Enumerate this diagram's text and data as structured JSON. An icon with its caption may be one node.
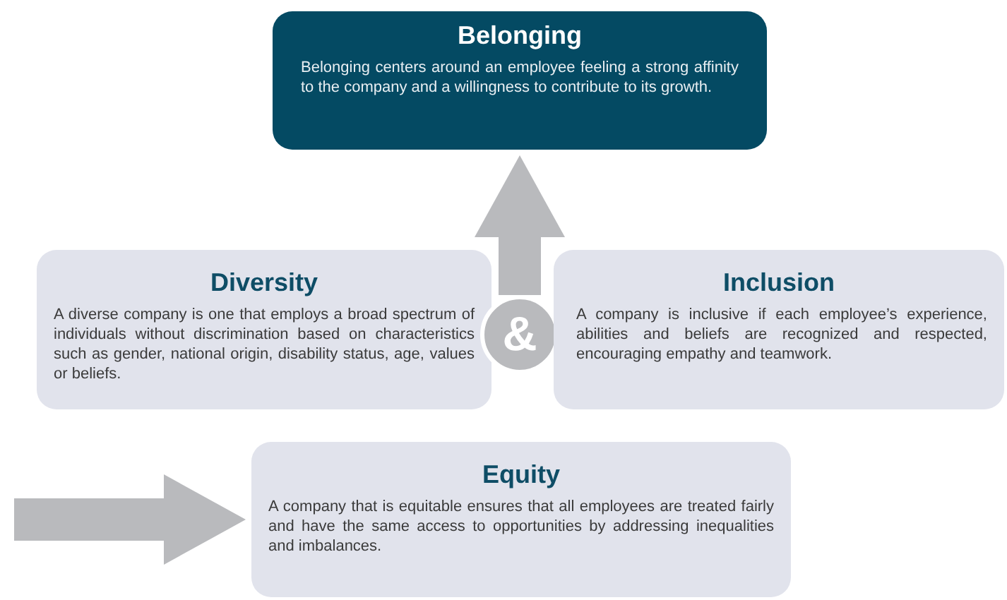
{
  "diagram": {
    "nodes": [
      {
        "text": [
          "Belonging",
          "Belonging centers around an employee feeling a strong affinity to the company and a willingness to contribute to its growth."
        ]
      },
      {
        "text": [
          "Diversity",
          "A diverse company is one that employs a broad spectrum of individuals without discrimination based on characteristics such as gender, national origin, disability status, age, values or beliefs."
        ]
      },
      {
        "text": [
          "&"
        ]
      },
      {
        "text": [
          "Inclusion",
          "A company is inclusive if each employee’s experience, abilities and beliefs are recognized and respected, encouraging empathy and teamwork."
        ]
      },
      {
        "text": [
          "Equity",
          "A company that is equitable ensures that all employees are treated fairly and have the same access to opportunities by addressing inequalities and imbalances."
        ]
      }
    ],
    "edges": [
      {
        "from": 2,
        "to": 0,
        "arrow": "to"
      },
      {
        "from": null,
        "to": 4,
        "arrow": "to"
      }
    ]
  }
}
